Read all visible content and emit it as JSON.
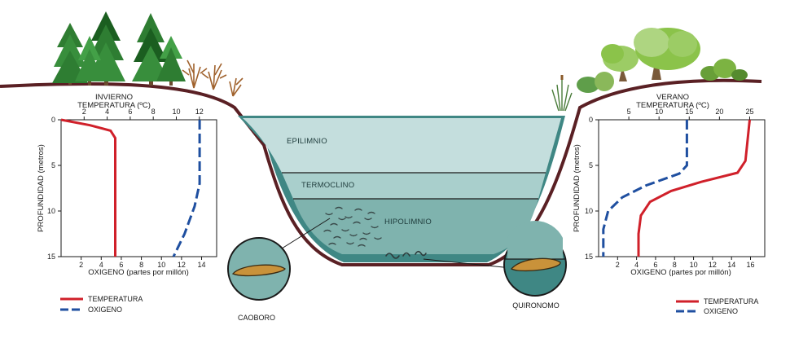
{
  "colors": {
    "temperature": "#d0202a",
    "oxygen": "#1f4fa0",
    "soil": "#5a2024",
    "epilimnion": "#c4dedd",
    "thermocline": "#a9cfcc",
    "hypolimnion": "#7fb3ae",
    "basin_wall": "#3f8784",
    "animal_body": "#c9923a"
  },
  "winter": {
    "season": "INVIERNO",
    "top_axis_label": "TEMPERATURA (ºC)",
    "top_ticks": [
      "2",
      "4",
      "6",
      "8",
      "10",
      "12"
    ],
    "bottom_axis_label": "OXIGENO (partes por millón)",
    "bottom_ticks": [
      "2",
      "4",
      "6",
      "8",
      "10",
      "12",
      "14"
    ],
    "depth_label": "PROFUNDIDAD (metros)",
    "depth_ticks": [
      "0",
      "5",
      "10",
      "15"
    ],
    "legend": {
      "temperature": "TEMPERATURA",
      "oxygen": "OXIGENO"
    },
    "chart_data": {
      "type": "line",
      "y_axis": {
        "label": "PROFUNDIDAD (metros)",
        "range": [
          0,
          15
        ],
        "inverted": true
      },
      "temperature_axis": {
        "range": [
          0,
          13.5
        ]
      },
      "oxygen_axis": {
        "range": [
          0,
          15.5
        ]
      },
      "series": [
        {
          "name": "TEMPERATURA",
          "axis": "temperature",
          "points": [
            [
              0,
              0
            ],
            [
              2.5,
              0.6
            ],
            [
              4.3,
              1.2
            ],
            [
              4.7,
              2
            ],
            [
              4.7,
              15
            ]
          ]
        },
        {
          "name": "OXIGENO",
          "axis": "oxygen",
          "points": [
            [
              13.8,
              0
            ],
            [
              13.8,
              7
            ],
            [
              13.3,
              9.5
            ],
            [
              12.3,
              12.5
            ],
            [
              11.2,
              15
            ]
          ]
        }
      ]
    }
  },
  "summer": {
    "season": "VERANO",
    "top_axis_label": "TEMPERATURA (ºC)",
    "top_ticks": [
      "5",
      "10",
      "15",
      "20",
      "25"
    ],
    "bottom_axis_label": "OXIGENO (partes por millón)",
    "bottom_ticks": [
      "2",
      "4",
      "6",
      "8",
      "10",
      "12",
      "14",
      "16"
    ],
    "depth_label": "PROFUNDIDAD (metros)",
    "depth_ticks": [
      "0",
      "5",
      "10",
      "15"
    ],
    "legend": {
      "temperature": "TEMPERATURA",
      "oxygen": "OXIGENO"
    },
    "chart_data": {
      "type": "line",
      "y_axis": {
        "label": "PROFUNDIDAD (metros)",
        "range": [
          0,
          15
        ],
        "inverted": true
      },
      "temperature_axis": {
        "range": [
          0,
          27.5
        ]
      },
      "oxygen_axis": {
        "range": [
          0,
          17.5
        ]
      },
      "series": [
        {
          "name": "TEMPERATURA",
          "axis": "temperature",
          "points": [
            [
              25,
              0
            ],
            [
              24.3,
              4.5
            ],
            [
              23,
              5.8
            ],
            [
              17,
              6.8
            ],
            [
              12,
              7.8
            ],
            [
              8.5,
              9
            ],
            [
              7,
              10.5
            ],
            [
              6.6,
              12.5
            ],
            [
              6.6,
              15
            ]
          ]
        },
        {
          "name": "OXIGENO",
          "axis": "oxygen",
          "points": [
            [
              9.3,
              0
            ],
            [
              9.3,
              5
            ],
            [
              8.5,
              5.9
            ],
            [
              5,
              7.2
            ],
            [
              2.5,
              8.5
            ],
            [
              1,
              10
            ],
            [
              0.5,
              12
            ],
            [
              0.5,
              15
            ]
          ]
        }
      ]
    }
  },
  "lake": {
    "layers": [
      "EPILIMNIO",
      "TERMOCLINO",
      "HIPOLIMNIO"
    ],
    "organisms": [
      "CAOBORO",
      "QUIRONOMO"
    ]
  }
}
